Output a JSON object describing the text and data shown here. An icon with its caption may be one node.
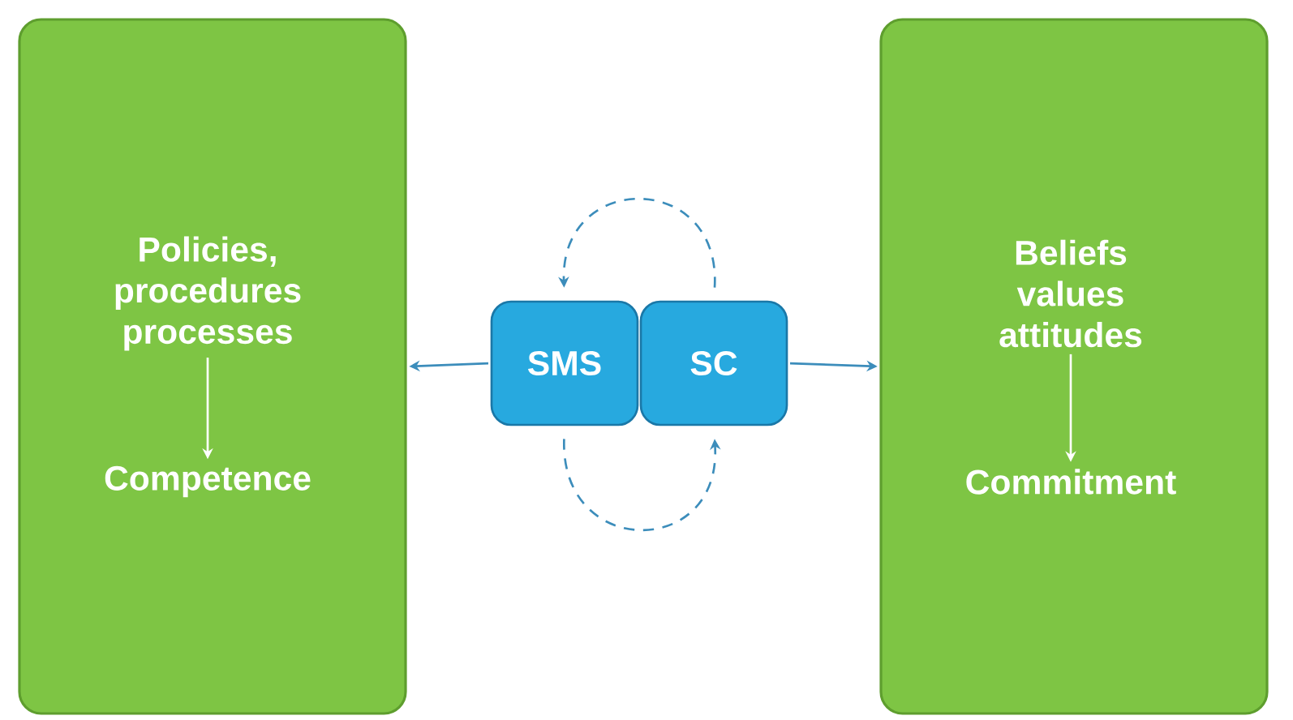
{
  "diagram": {
    "nodes": [
      {
        "text": [],
        "shape": "box"
      },
      {
        "text": [
          "Policies, procedures processes"
        ],
        "in": 0
      },
      {
        "text": [
          "Competence"
        ],
        "in": 0
      },
      {
        "text": [],
        "shape": "box"
      },
      {
        "text": [
          "Beliefs values attitudes"
        ],
        "in": 3
      },
      {
        "text": [
          "Commitment"
        ],
        "in": 3
      },
      {
        "text": [
          "SMS"
        ]
      },
      {
        "text": [
          "SC"
        ]
      }
    ],
    "edges": [
      {
        "from": 1,
        "to": 2,
        "arrow": "to",
        "color": "#ffffff"
      },
      {
        "from": 4,
        "to": 5,
        "arrow": "to",
        "color": "#ffffff"
      },
      {
        "from": 6,
        "to": 0,
        "arrow": "to"
      },
      {
        "from": 7,
        "to": 3,
        "arrow": "to"
      },
      {
        "from": 7,
        "to": 6,
        "arrow": "to",
        "style": "dashed"
      },
      {
        "from": 6,
        "to": 7,
        "arrow": "to",
        "style": "dashed"
      }
    ]
  }
}
